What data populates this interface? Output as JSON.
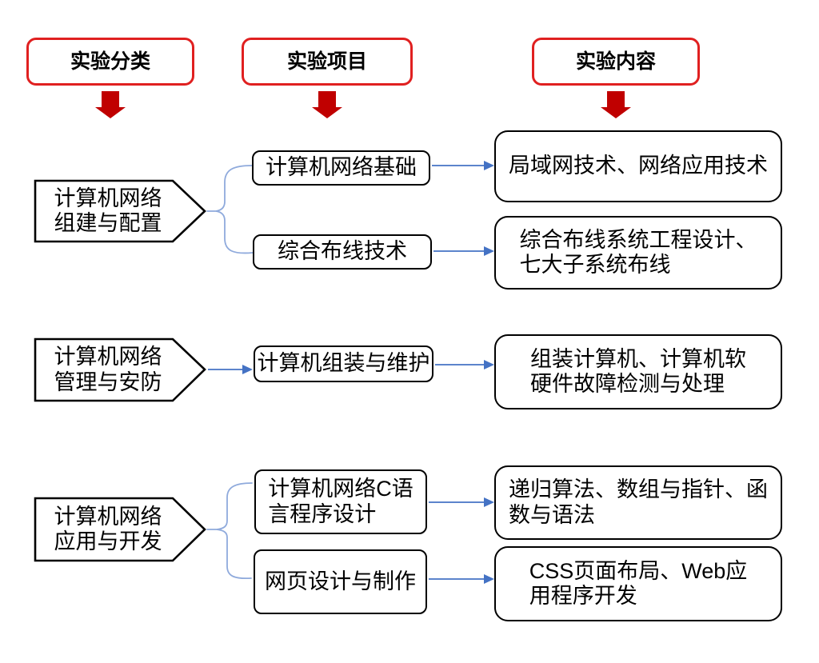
{
  "headers": [
    {
      "label": "实验分类"
    },
    {
      "label": "实验项目"
    },
    {
      "label": "实验内容"
    }
  ],
  "groups": [
    {
      "category": "计算机网络\n组建与配置",
      "projects": [
        {
          "name": "计算机网络基础",
          "content": "局域网技术、网络应用技术"
        },
        {
          "name": "综合布线技术",
          "content": "综合布线系统工程设计、\n七大子系统布线"
        }
      ]
    },
    {
      "category": "计算机网络\n管理与安防",
      "projects": [
        {
          "name": "计算机组装与维护",
          "content": "组装计算机、计算机软\n硬件故障检测与处理"
        }
      ]
    },
    {
      "category": "计算机网络\n应用与开发",
      "projects": [
        {
          "name": "计算机网络C语\n言程序设计",
          "content": "递归算法、数组与指针、函\n数与语法"
        },
        {
          "name": "网页设计与制作",
          "content": "CSS页面布局、Web应\n用程序开发"
        }
      ]
    }
  ],
  "colors": {
    "header_border": "#e02020",
    "block_arrow": "#c00000",
    "connector_blue": "#4472c4",
    "brace_blue": "#8faadc",
    "box_border": "#000000",
    "background": "#ffffff"
  }
}
